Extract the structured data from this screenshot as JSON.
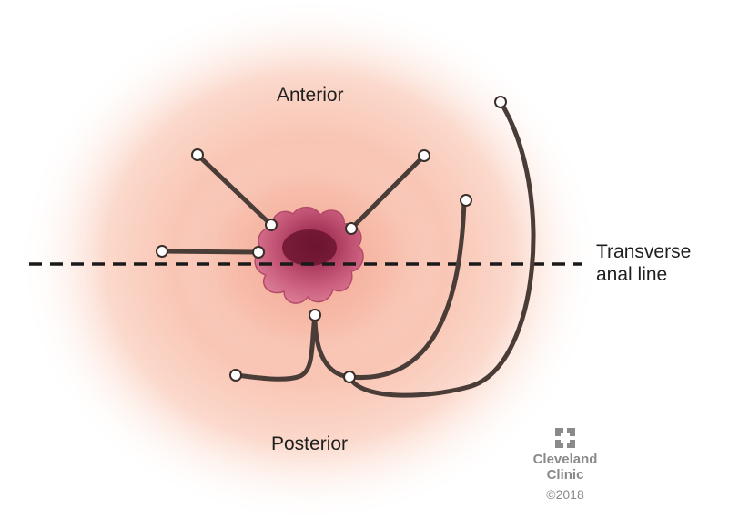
{
  "labels": {
    "anterior": "Anterior",
    "posterior": "Posterior",
    "transverse_line_1": "Transverse",
    "transverse_line_2": "anal line"
  },
  "branding": {
    "name_line_1": "Cleveland",
    "name_line_2": "Clinic",
    "copyright": "©2018"
  },
  "colors": {
    "skin_glow": "#f7b7a3",
    "anus_tissue": "#c45a78",
    "anus_dark": "#7a1f3c",
    "tract_line": "#4a3d38",
    "dashed_line": "#1a1a1a",
    "node_fill": "#ffffff",
    "logo_gray": "#8a8a8a"
  }
}
